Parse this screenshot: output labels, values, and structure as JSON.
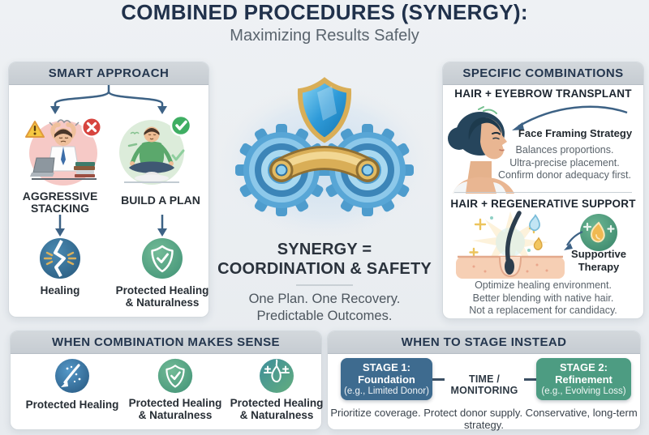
{
  "title": {
    "main": "COMBINED PROCEDURES (SYNERGY):",
    "subtitle": "Maximizing Results Safely"
  },
  "panels": {
    "smart_approach": {
      "header": "SMART APPROACH",
      "bad_path": {
        "illustration": "stressed-person-illustration",
        "badges": [
          "warning-triangle-icon",
          "red-x-icon"
        ],
        "label": "AGGRESSIVE STACKING",
        "result_icon": "broken-healing-icon",
        "result_label": "Healing"
      },
      "good_path": {
        "illustration": "meditating-person-illustration",
        "badges": [
          "green-check-icon"
        ],
        "label": "BUILD A PLAN",
        "result_icon": "shield-check-icon",
        "result_label": "Protected Healing & Naturalness"
      }
    },
    "center": {
      "illustration": "gears-shield-illustration",
      "headline_line1": "SYNERGY =",
      "headline_line2": "COORDINATION & SAFETY",
      "tagline_line1": "One Plan. One Recovery.",
      "tagline_line2": "Predictable Outcomes."
    },
    "specific_combinations": {
      "header": "SPECIFIC COMBINATIONS",
      "combo1": {
        "title": "HAIR + EYEBROW TRANSPLANT",
        "illustration": "woman-profile-illustration",
        "callout": "Face Framing Strategy",
        "notes": [
          "Balances proportions.",
          "Ultra-precise placement.",
          "Confirm donor adequacy first."
        ]
      },
      "combo2": {
        "title": "HAIR + REGENERATIVE SUPPORT",
        "illustration": "hair-follicle-illustration",
        "badge_icon": "therapy-drop-icon",
        "callout": "Supportive Therapy",
        "notes": [
          "Optimize healing environment.",
          "Better blending with native hair.",
          "Not a replacement for candidacy."
        ]
      }
    },
    "when_combination": {
      "header": "WHEN COMBINATION MAKES SENSE",
      "items": [
        {
          "icon": "healing-arrow-icon",
          "label": "Protected Healing"
        },
        {
          "icon": "shield-check-icon",
          "label": "Protected Healing & Naturalness"
        },
        {
          "icon": "follicle-plus-icon",
          "label": "Protected Healing & Naturalness"
        }
      ]
    },
    "when_to_stage": {
      "header": "WHEN TO STAGE INSTEAD",
      "stage1": {
        "title": "STAGE 1:",
        "name": "Foundation",
        "example": "(e.g., Limited Donor)"
      },
      "connector_label": "TIME / MONITORING",
      "stage2": {
        "title": "STAGE 2:",
        "name": "Refinement",
        "example": "(e.g., Evolving Loss)"
      },
      "footnote": "Prioritize coverage. Protect donor supply. Conservative, long-term strategy."
    }
  },
  "colors": {
    "background": "#e9edf1",
    "panel_header_gray": "#cbd1d6",
    "title_navy": "#20314b",
    "arrow_navy": "#3d6285",
    "danger_red": "#d7453f",
    "success_green": "#3fae63",
    "warning_yellow": "#f5c842",
    "gear_blue": "#58a6d6",
    "gold": "#d9ae57",
    "stage1_blue": "#3e6b8f",
    "stage2_green": "#4d9c82",
    "healing_blue": "#37719a",
    "shield_green": "#54a184"
  }
}
